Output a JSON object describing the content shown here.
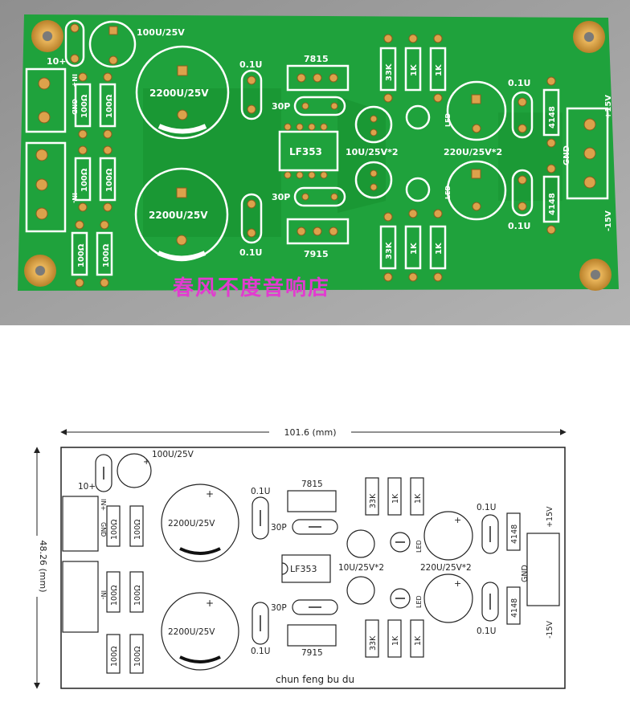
{
  "photo": {
    "labels": {
      "c100": "100U/25V",
      "c10": "10+",
      "cap_top": "2200U/25V",
      "cap_bottom": "2200U/25V",
      "c01_top": "0.1U",
      "c01_bottom": "0.1U",
      "reg_top": "7815",
      "reg_bottom": "7915",
      "c30_top": "30P",
      "c30_bottom": "30P",
      "opamp": "LF353",
      "c10x2": "10U/25V*2",
      "c220x2": "220U/25V*2",
      "r33k_top": "33K",
      "r1k_a": "1K",
      "r1k_b": "1K",
      "r33k_bottom": "33K",
      "r1k_c": "1K",
      "r1k_d": "1K",
      "c01_right_top": "0.1U",
      "c01_right_bottom": "0.1U",
      "d4148_top": "4148",
      "d4148_bottom": "4148",
      "plus15": "+15V",
      "minus15": "-15V",
      "gnd": "GND",
      "led_top": "LED",
      "led_bottom": "LED",
      "r100_a": "100Ω",
      "r100_b": "100Ω",
      "r100_c": "100Ω",
      "r100_d": "100Ω",
      "r100_e": "100Ω",
      "r100_f": "100Ω",
      "in_gnd": "GND",
      "in_plus": "IN+",
      "in_minus": "IN-",
      "watermark": "春风不度音响店"
    }
  },
  "drawing": {
    "width_dim": "101.6 (mm)",
    "height_dim": "48.26 (mm)",
    "footer": "chun feng bu du",
    "labels": {
      "c100": "100U/25V",
      "c10": "10+",
      "cap_top": "2200U/25V",
      "cap_bottom": "2200U/25V",
      "c01_top": "0.1U",
      "c01_bottom": "0.1U",
      "reg_top": "7815",
      "reg_bottom": "7915",
      "c30_top": "30P",
      "c30_bottom": "30P",
      "opamp": "LF353",
      "c10x2": "10U/25V*2",
      "c220x2": "220U/25V*2",
      "r33k_top": "33K",
      "r1k_a": "1K",
      "r1k_b": "1K",
      "r33k_bottom": "33K",
      "r1k_c": "1K",
      "r1k_d": "1K",
      "c01_right_top": "0.1U",
      "c01_right_bottom": "0.1U",
      "d4148_top": "4148",
      "d4148_bottom": "4148",
      "plus15": "+15V",
      "minus15": "-15V",
      "gnd": "GND",
      "led_top": "LED",
      "led_bottom": "LED",
      "r100_a": "100Ω",
      "r100_b": "100Ω",
      "r100_c": "100Ω",
      "r100_d": "100Ω",
      "r100_e": "100Ω",
      "r100_f": "100Ω",
      "in_gnd": "GND",
      "in_plus": "IN+",
      "in_minus": "IN-"
    }
  },
  "colors": {
    "pcb": "#1f9e3b",
    "pcb_dark": "#15802d",
    "silk": "#ffffff",
    "pad": "#d9a24a",
    "line": "#222222",
    "photo_bg": "#9b9b9b",
    "watermark": "#e23bd0"
  }
}
